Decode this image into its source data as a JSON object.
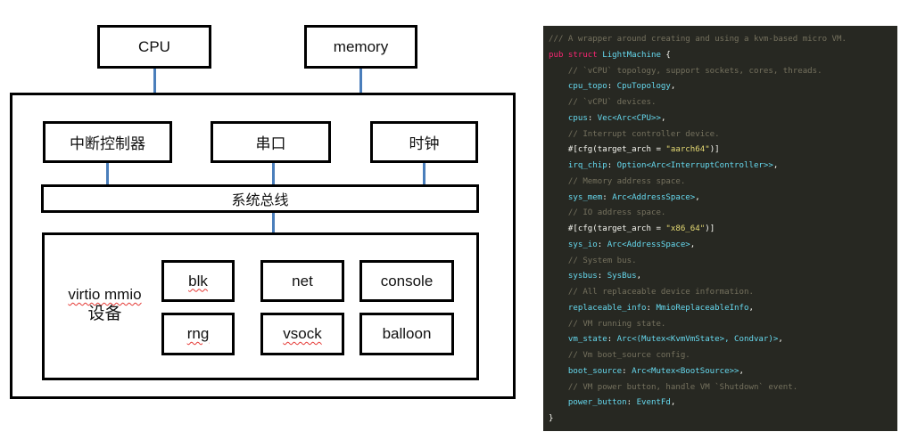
{
  "diagram": {
    "cpu": "CPU",
    "memory": "memory",
    "interrupt_controller": "中断控制器",
    "serial": "串口",
    "clock": "时钟",
    "system_bus": "系统总线",
    "virtio_label_line1": "virtio mmio",
    "virtio_label_line2": "设备",
    "devices": [
      "blk",
      "net",
      "console",
      "rng",
      "vsock",
      "balloon"
    ],
    "connector_color": "#4a7ebb"
  },
  "code": {
    "language": "rust",
    "lines": [
      [
        {
          "t": "/// A wrapper around creating and using a kvm-based micro VM.",
          "c": "com"
        }
      ],
      [
        {
          "t": "pub struct ",
          "c": "kw"
        },
        {
          "t": "LightMachine",
          "c": "ty"
        },
        {
          "t": " {",
          "c": "punc"
        }
      ],
      [
        {
          "t": "    // `vCPU` topology, support sockets, cores, threads.",
          "c": "com"
        }
      ],
      [
        {
          "t": "    cpu_topo",
          "c": "fld"
        },
        {
          "t": ": ",
          "c": "punc"
        },
        {
          "t": "CpuTopology",
          "c": "ty"
        },
        {
          "t": ",",
          "c": "punc"
        }
      ],
      [
        {
          "t": "    // `vCPU` devices.",
          "c": "com"
        }
      ],
      [
        {
          "t": "    cpus",
          "c": "fld"
        },
        {
          "t": ": ",
          "c": "punc"
        },
        {
          "t": "Vec<Arc<CPU>>",
          "c": "ty"
        },
        {
          "t": ",",
          "c": "punc"
        }
      ],
      [
        {
          "t": "    // Interrupt controller device.",
          "c": "com"
        }
      ],
      [
        {
          "t": "    #[cfg(target_arch = ",
          "c": "attr"
        },
        {
          "t": "\"aarch64\"",
          "c": "str"
        },
        {
          "t": ")]",
          "c": "attr"
        }
      ],
      [
        {
          "t": "    irq_chip",
          "c": "fld"
        },
        {
          "t": ": ",
          "c": "punc"
        },
        {
          "t": "Option<Arc<InterruptController>>",
          "c": "ty"
        },
        {
          "t": ",",
          "c": "punc"
        }
      ],
      [
        {
          "t": "    // Memory address space.",
          "c": "com"
        }
      ],
      [
        {
          "t": "    sys_mem",
          "c": "fld"
        },
        {
          "t": ": ",
          "c": "punc"
        },
        {
          "t": "Arc<AddressSpace>",
          "c": "ty"
        },
        {
          "t": ",",
          "c": "punc"
        }
      ],
      [
        {
          "t": "    // IO address space.",
          "c": "com"
        }
      ],
      [
        {
          "t": "    #[cfg(target_arch = ",
          "c": "attr"
        },
        {
          "t": "\"x86_64\"",
          "c": "str"
        },
        {
          "t": ")]",
          "c": "attr"
        }
      ],
      [
        {
          "t": "    sys_io",
          "c": "fld"
        },
        {
          "t": ": ",
          "c": "punc"
        },
        {
          "t": "Arc<AddressSpace>",
          "c": "ty"
        },
        {
          "t": ",",
          "c": "punc"
        }
      ],
      [
        {
          "t": "    // System bus.",
          "c": "com"
        }
      ],
      [
        {
          "t": "    sysbus",
          "c": "fld"
        },
        {
          "t": ": ",
          "c": "punc"
        },
        {
          "t": "SysBus",
          "c": "ty"
        },
        {
          "t": ",",
          "c": "punc"
        }
      ],
      [
        {
          "t": "    // All replaceable device information.",
          "c": "com"
        }
      ],
      [
        {
          "t": "    replaceable_info",
          "c": "fld"
        },
        {
          "t": ": ",
          "c": "punc"
        },
        {
          "t": "MmioReplaceableInfo",
          "c": "ty"
        },
        {
          "t": ",",
          "c": "punc"
        }
      ],
      [
        {
          "t": "    // VM running state.",
          "c": "com"
        }
      ],
      [
        {
          "t": "    vm_state",
          "c": "fld"
        },
        {
          "t": ": ",
          "c": "punc"
        },
        {
          "t": "Arc<(Mutex<KvmVmState>, Condvar)>",
          "c": "ty"
        },
        {
          "t": ",",
          "c": "punc"
        }
      ],
      [
        {
          "t": "    // Vm boot_source config.",
          "c": "com"
        }
      ],
      [
        {
          "t": "    boot_source",
          "c": "fld"
        },
        {
          "t": ": ",
          "c": "punc"
        },
        {
          "t": "Arc<Mutex<BootSource>>",
          "c": "ty"
        },
        {
          "t": ",",
          "c": "punc"
        }
      ],
      [
        {
          "t": "    // VM power button, handle VM `Shutdown` event.",
          "c": "com"
        }
      ],
      [
        {
          "t": "    power_button",
          "c": "fld"
        },
        {
          "t": ": ",
          "c": "punc"
        },
        {
          "t": "EventFd",
          "c": "ty"
        },
        {
          "t": ",",
          "c": "punc"
        }
      ],
      [
        {
          "t": "}",
          "c": "punc"
        }
      ]
    ]
  }
}
